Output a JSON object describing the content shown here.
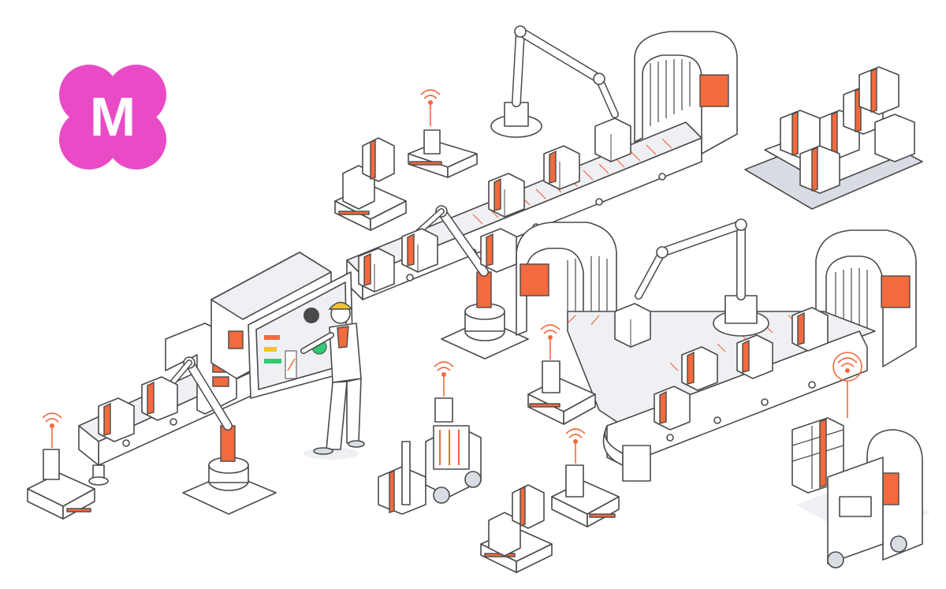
{
  "scene": {
    "logo_letter": "M",
    "colors": {
      "logo_pink": "#e94bc7",
      "accent_orange": "#f26a3d",
      "outline": "#4a4a4a",
      "light_gray": "#eef0f3"
    },
    "elements": [
      "robotic-arm",
      "conveyor-belt",
      "scanner-gate",
      "agv-robot",
      "wireless-signal-icon",
      "cardboard-box",
      "pallet-stack",
      "forklift",
      "control-dashboard",
      "worker",
      "hand-truck-robot"
    ]
  }
}
